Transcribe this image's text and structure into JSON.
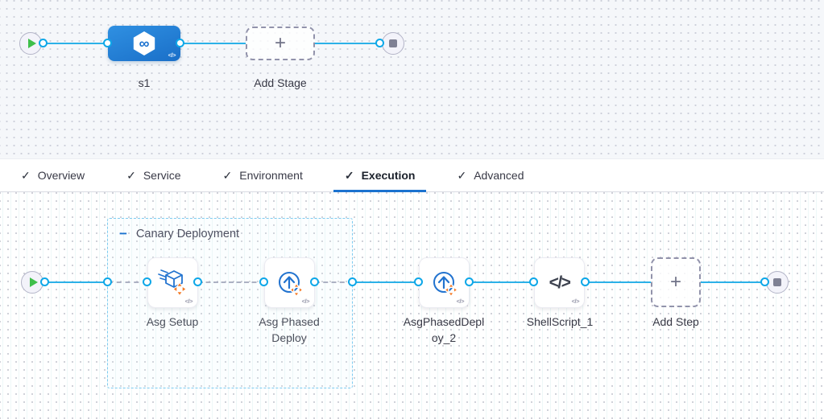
{
  "glyphs": {
    "check": "✓",
    "plus": "+",
    "minus": "−",
    "infinity": "∞",
    "code_badge": "</>",
    "shell": "</>"
  },
  "stage_graph": {
    "stage_label": "s1",
    "add_stage_label": "Add Stage"
  },
  "tabs": {
    "items": [
      {
        "label": "Overview",
        "active": false
      },
      {
        "label": "Service",
        "active": false
      },
      {
        "label": "Environment",
        "active": false
      },
      {
        "label": "Execution",
        "active": true
      },
      {
        "label": "Advanced",
        "active": false
      }
    ]
  },
  "execution": {
    "group": {
      "label": "Canary Deployment",
      "steps": [
        {
          "name": "Asg Setup",
          "icon": "asg-setup-icon"
        },
        {
          "name": "Asg Phased Deploy",
          "icon": "asg-phased-deploy-icon"
        }
      ]
    },
    "steps_after": [
      {
        "name": "AsgPhasedDeploy_2",
        "icon": "asg-phased-deploy-icon"
      },
      {
        "name": "ShellScript_1",
        "icon": "shell-script-icon"
      }
    ],
    "add_step_label": "Add Step"
  },
  "icons": {
    "stage": "cd-infinity-hexagon-icon",
    "start": "play-icon",
    "end": "stop-icon",
    "code": "code-badge-icon"
  },
  "colors": {
    "accent_blue": "#1b72cf",
    "connector_blue": "#2cb1e8",
    "port_blue": "#0da7e8",
    "step_icon_blue": "#2273cf",
    "arrow_orange": "#f47721",
    "label_gray": "#383946",
    "success_green": "#3fbf4a",
    "canvas_top_bg": "#f5f7fa",
    "canvas_bottom_bg": "#ffffff"
  }
}
